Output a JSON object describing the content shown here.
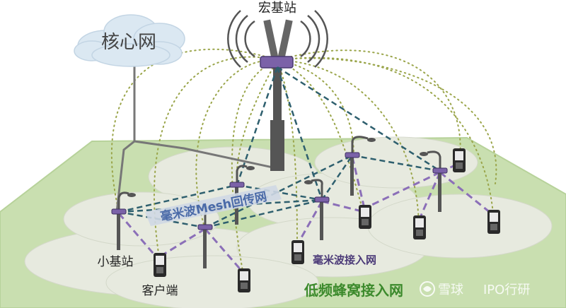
{
  "labels": {
    "macro_station": "宏基站",
    "core_network": "核心网",
    "small_station": "小基站",
    "client": "客户端",
    "mesh_backhaul": "毫米波Mesh回传网",
    "mmwave_access": "毫米波接入网",
    "low_freq_access": "低频蜂窝接入网",
    "watermark_brand": "雪球",
    "watermark_account": "IPO行研"
  },
  "colors": {
    "ground": "#c9dfb0",
    "ground_edge": "#b7d29a",
    "coverage": "#eaece4",
    "mesh_line": "#2e5f6e",
    "access_line": "#8b6fb8",
    "dotted_line": "#9aa54a",
    "tower": "#555555",
    "tower_head": "#7b62a8",
    "cloud": "#dbe8f2",
    "green_text": "#3c8a2c",
    "mesh_label_bg": "#cfd8e4",
    "mesh_label_text": "#4a6aa8",
    "access_label_text": "#4b3a78"
  },
  "icons": {
    "tower": "cell-tower-icon",
    "small_cell": "street-lamp-cell-icon",
    "phone": "mobile-phone-icon",
    "cloud": "cloud-icon",
    "waves": "radio-waves-icon",
    "watermark": "snowball-logo-icon"
  }
}
